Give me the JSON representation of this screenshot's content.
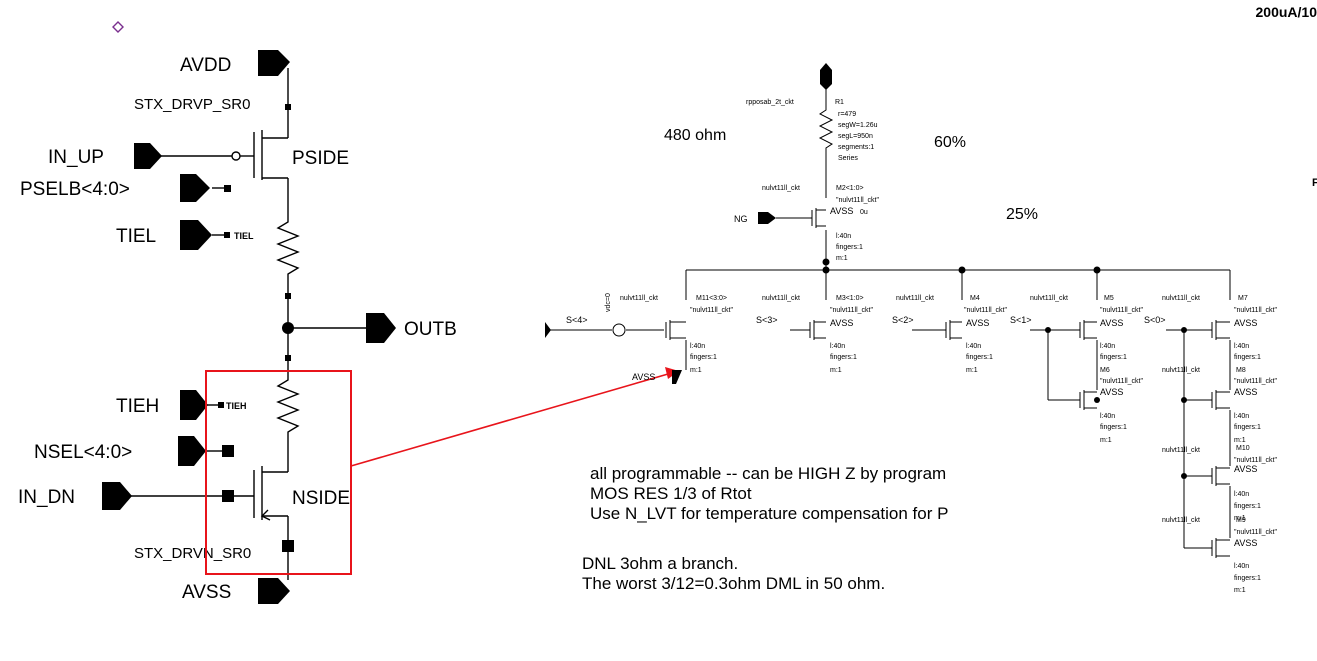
{
  "corner_label": "200uA/10",
  "left": {
    "avdd": "AVDD",
    "avss": "AVSS",
    "drvp": "STX_DRVP_SR0",
    "drvn": "STX_DRVN_SR0",
    "in_up": "IN_UP",
    "in_dn": "IN_DN",
    "pselb": "PSELB<4:0>",
    "nsel": "NSEL<4:0>",
    "tiel": "TIEL",
    "tiel_small": "TIEL",
    "tieh": "TIEH",
    "tieh_small": "TIEH",
    "outb": "OUTB",
    "pside": "PSIDE",
    "nside": "NSIDE"
  },
  "right": {
    "r1_cell": "rpposab_2t_ckt",
    "r1_name": "R1",
    "r1_params": [
      "r=479",
      "segW=1.26u",
      "segL=950n",
      "segments:1",
      "Series"
    ],
    "ohm_label": "480 ohm",
    "pct60": "60%",
    "pct25": "25%",
    "ng": "NG",
    "avss": "AVSS",
    "vdc": "vdc=0",
    "cell": "nulvt11ll_ckt",
    "cell_q": "\"nulvt11ll_ckt\"",
    "dev_l": "l:40n",
    "dev_f": "fingers:1",
    "dev_m": "m:1",
    "dev_w": "0u",
    "m2": "M2<1:0>",
    "m11": "M11<3:0>",
    "m3": "M3<1:0>",
    "m4": "M4",
    "m5": "M5",
    "m6": "M6",
    "m7": "M7",
    "m8": "M8",
    "m10": "M10",
    "m9": "M9",
    "s4": "S<4>",
    "s3": "S<3>",
    "s2": "S<2>",
    "s1": "S<1>",
    "s0": "S<0>",
    "f": "F"
  },
  "notes": {
    "line1": "all programmable -- can be HIGH Z by program",
    "line2": "MOS RES 1/3 of Rtot",
    "line3": "Use N_LVT for temperature compensation for P",
    "line4": "DNL 3ohm a branch.",
    "line5": "The worst 3/12=0.3ohm DML in 50 ohm."
  },
  "colors": {
    "highlight": "#e8141b",
    "wire": "#000000",
    "marker": "#7a2f8e"
  }
}
